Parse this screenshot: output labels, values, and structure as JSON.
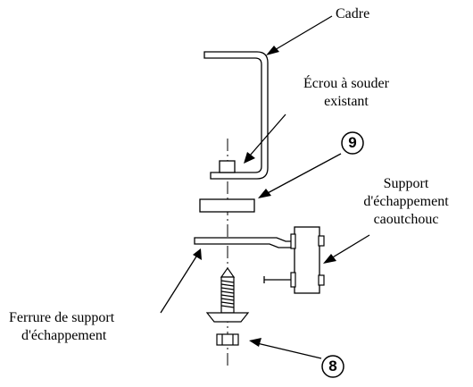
{
  "labels": {
    "frame": "Cadre",
    "weld_nut_line1": "Écrou à souder",
    "weld_nut_line2": "existant",
    "rubber_mount_line1": "Support",
    "rubber_mount_line2": "d'échappement",
    "rubber_mount_line3": "caoutchouc",
    "bracket_line1": "Ferrure de support",
    "bracket_line2": "d'échappement"
  },
  "callouts": {
    "washer": "9",
    "bolt_nut": "8"
  }
}
